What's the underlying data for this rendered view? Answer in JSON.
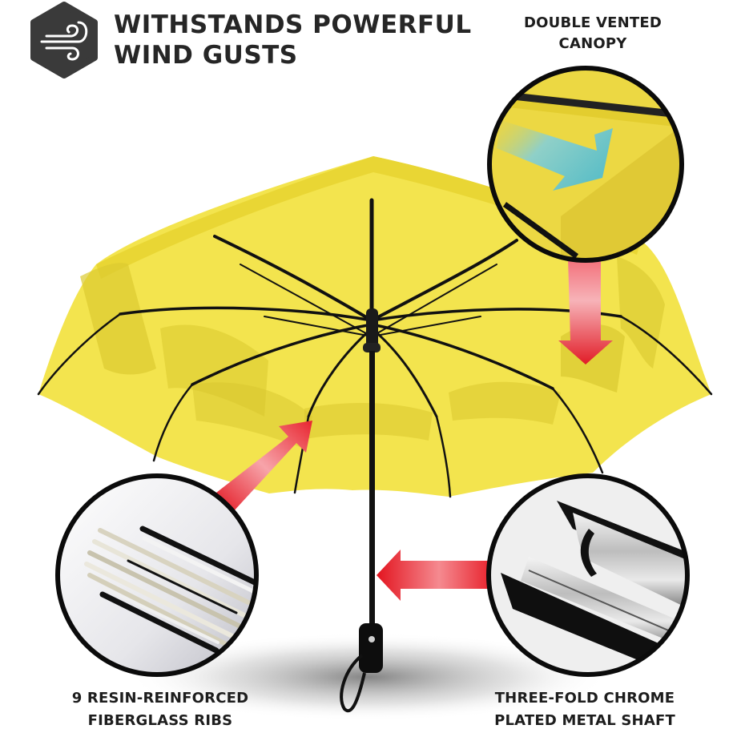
{
  "header": {
    "icon": "wind-icon",
    "icon_bg_color": "#3a3a3a",
    "title_line1": "WITHSTANDS POWERFUL",
    "title_line2": "WIND GUSTS"
  },
  "callouts": {
    "canopy": {
      "line1": "DOUBLE VENTED",
      "line2": "CANOPY"
    },
    "ribs": {
      "line1": "9 RESIN-REINFORCED",
      "line2": "FIBERGLASS RIBS"
    },
    "shaft": {
      "line1": "THREE-FOLD CHROME",
      "line2": "PLATED METAL SHAFT"
    }
  },
  "colors": {
    "canopy_yellow": "#f2e34a",
    "canopy_shadow": "#d9c72c",
    "arrow_red": "#e8252f",
    "airflow_arrow": "#6fc7c9",
    "frame_black": "#111111",
    "text": "#222222"
  },
  "product": {
    "type": "compact umbrella",
    "canopy_color": "yellow",
    "rib_count": 9
  }
}
